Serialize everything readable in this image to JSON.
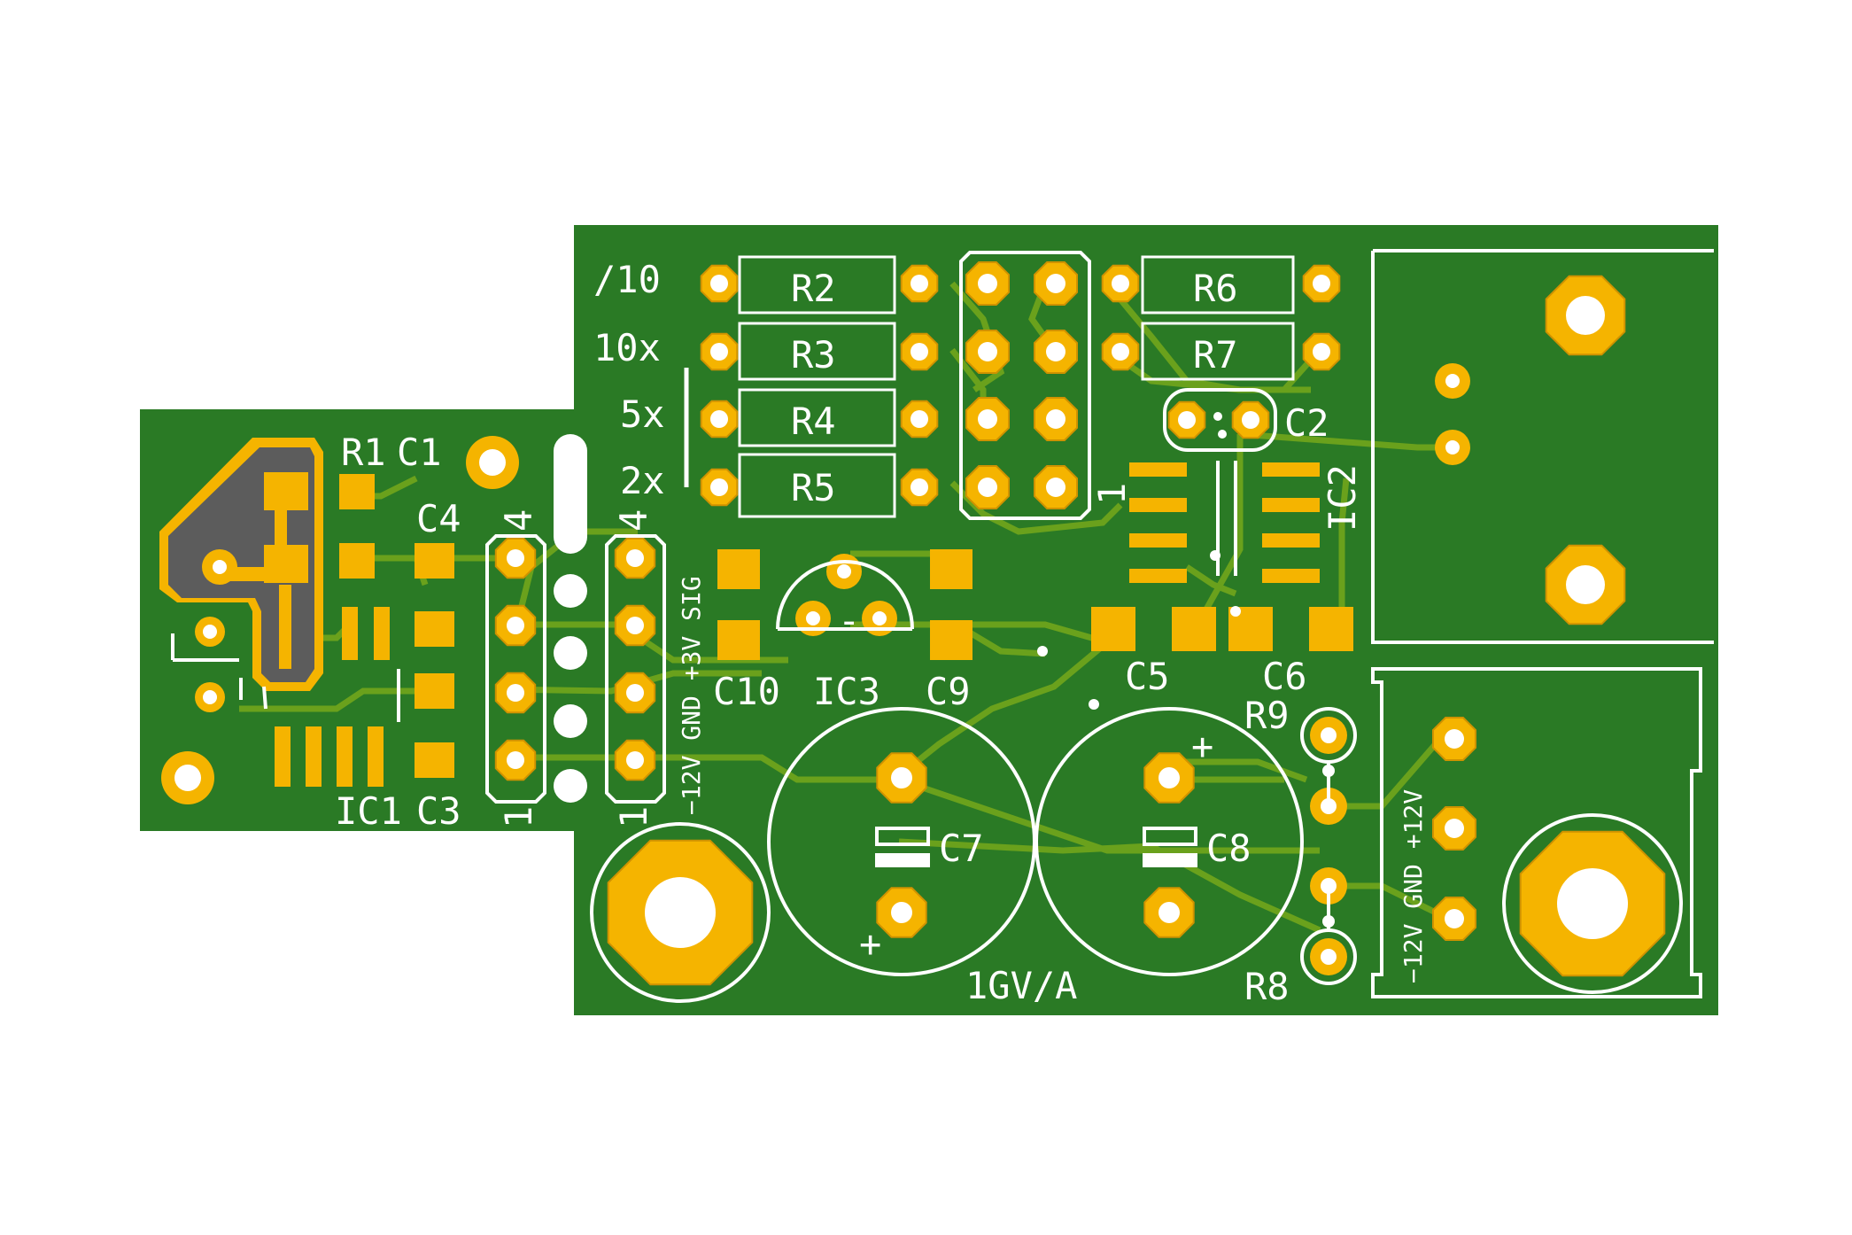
{
  "board": {
    "colors": {
      "background": "#ffffff",
      "soldermask": "#2a7a25",
      "copper_trace": "#6aa11c",
      "pad": "#f5b400",
      "pad_outline": "#cf9200",
      "silkscreen": "#ffffff",
      "drill": "#ffffff",
      "zone_copper": "#5c5c5c"
    }
  },
  "labels": {
    "r1": "R1",
    "c1": "C1",
    "c4": "C4",
    "pin4_left": "4",
    "pin4_right": "4",
    "pin1_left": "1",
    "pin1_right": "1",
    "connector_pins": "−12V GND +3V SIG",
    "ic1": "IC1",
    "c3": "C3",
    "div10": "/10",
    "x10": "10x",
    "x5": "5x",
    "x2": "2x",
    "r2": "R2",
    "r3": "R3",
    "r4": "R4",
    "r5": "R5",
    "r6": "R6",
    "r7": "R7",
    "c2": "C2",
    "ic2": "IC2",
    "ic2_pin1": "1",
    "c10": "C10",
    "ic3": "IC3",
    "c9": "C9",
    "c5": "C5",
    "c6": "C6",
    "r9": "R9",
    "r8": "R8",
    "c7": "C7",
    "c8": "C8",
    "plus": "+",
    "minus": "-",
    "scale": "1GV/A",
    "power_pins": "−12V GND +12V"
  }
}
